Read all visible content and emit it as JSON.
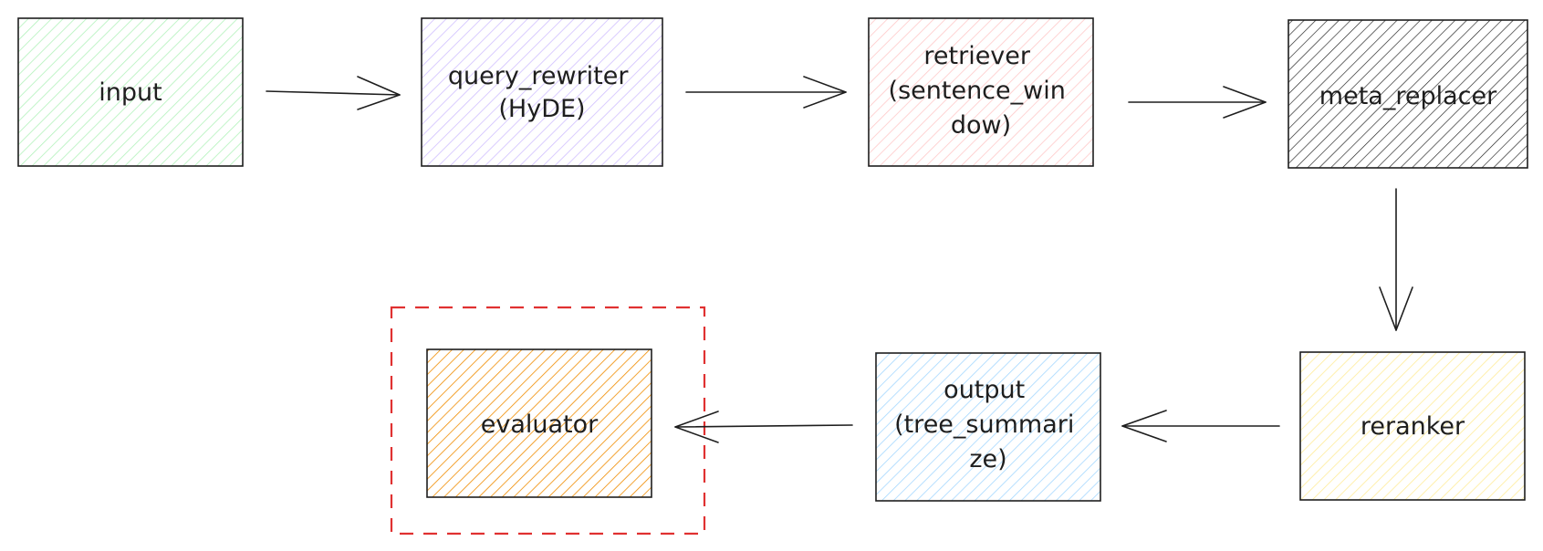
{
  "diagram": {
    "nodes": {
      "input": {
        "lines": [
          "input"
        ],
        "hatch": "#b2f2bb"
      },
      "query_rewriter": {
        "lines": [
          "query_rewriter",
          "(HyDE)"
        ],
        "hatch": "#d0bfff"
      },
      "retriever": {
        "lines": [
          "retriever",
          "(sentence_win",
          "dow)"
        ],
        "hatch": "#ffc9c9"
      },
      "meta_replacer": {
        "lines": [
          "meta_replacer"
        ],
        "hatch": "#1e1e1e"
      },
      "reranker": {
        "lines": [
          "reranker"
        ],
        "hatch": "#ffec99"
      },
      "output": {
        "lines": [
          "output",
          "(tree_summari",
          "ze)"
        ],
        "hatch": "#a5d8ff"
      },
      "evaluator": {
        "lines": [
          "evaluator"
        ],
        "hatch": "#f08c00"
      }
    },
    "edges": [
      {
        "from": "input",
        "to": "query_rewriter"
      },
      {
        "from": "query_rewriter",
        "to": "retriever"
      },
      {
        "from": "retriever",
        "to": "meta_replacer"
      },
      {
        "from": "meta_replacer",
        "to": "reranker"
      },
      {
        "from": "reranker",
        "to": "output"
      },
      {
        "from": "output",
        "to": "evaluator"
      }
    ],
    "highlight": {
      "target": "evaluator",
      "color": "#e03131"
    }
  }
}
